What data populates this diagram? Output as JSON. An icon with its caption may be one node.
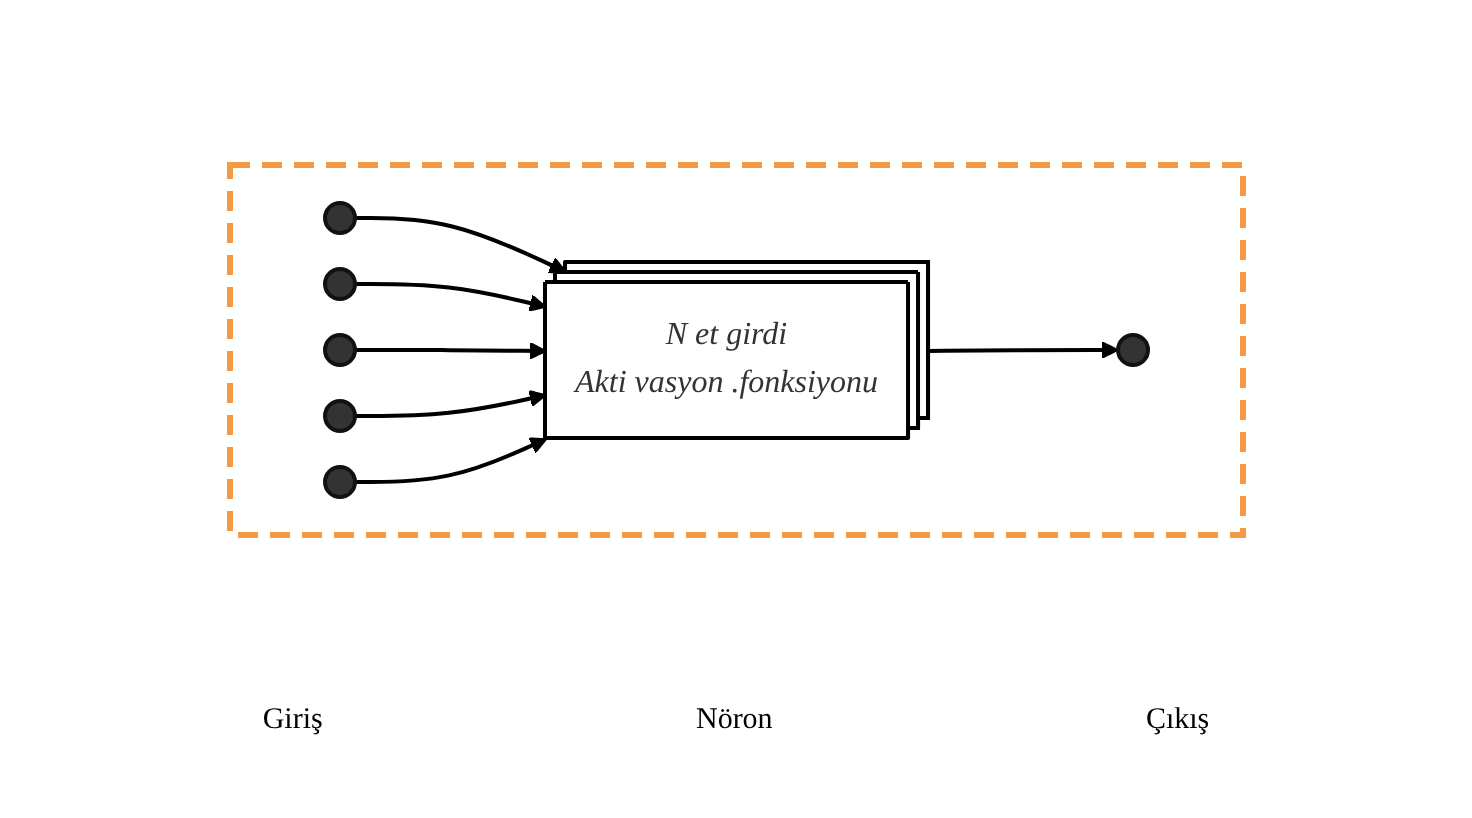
{
  "diagram": {
    "nodes": [
      {
        "text": [],
        "shape": "box"
      },
      {
        "text": [],
        "shape": "circle",
        "in": 0
      },
      {
        "text": [],
        "shape": "circle",
        "in": 0
      },
      {
        "text": [],
        "shape": "circle",
        "in": 0
      },
      {
        "text": [],
        "shape": "circle",
        "in": 0
      },
      {
        "text": [],
        "shape": "circle",
        "in": 0
      },
      {
        "text": [
          "N et girdi",
          "Akti vasyon .fonksiyonu"
        ],
        "in": 0
      },
      {
        "text": [],
        "shape": "circle",
        "in": 0
      }
    ],
    "edges": [
      {
        "from": 1,
        "to": 6,
        "arrow": "to"
      },
      {
        "from": 2,
        "to": 6,
        "arrow": "to"
      },
      {
        "from": 3,
        "to": 6,
        "arrow": "to"
      },
      {
        "from": 4,
        "to": 6,
        "arrow": "to"
      },
      {
        "from": 5,
        "to": 6,
        "arrow": "to"
      },
      {
        "from": 6,
        "to": 7,
        "arrow": "to"
      }
    ],
    "labels": [
      "Giriş",
      "Nöron",
      "Çıkış"
    ]
  }
}
